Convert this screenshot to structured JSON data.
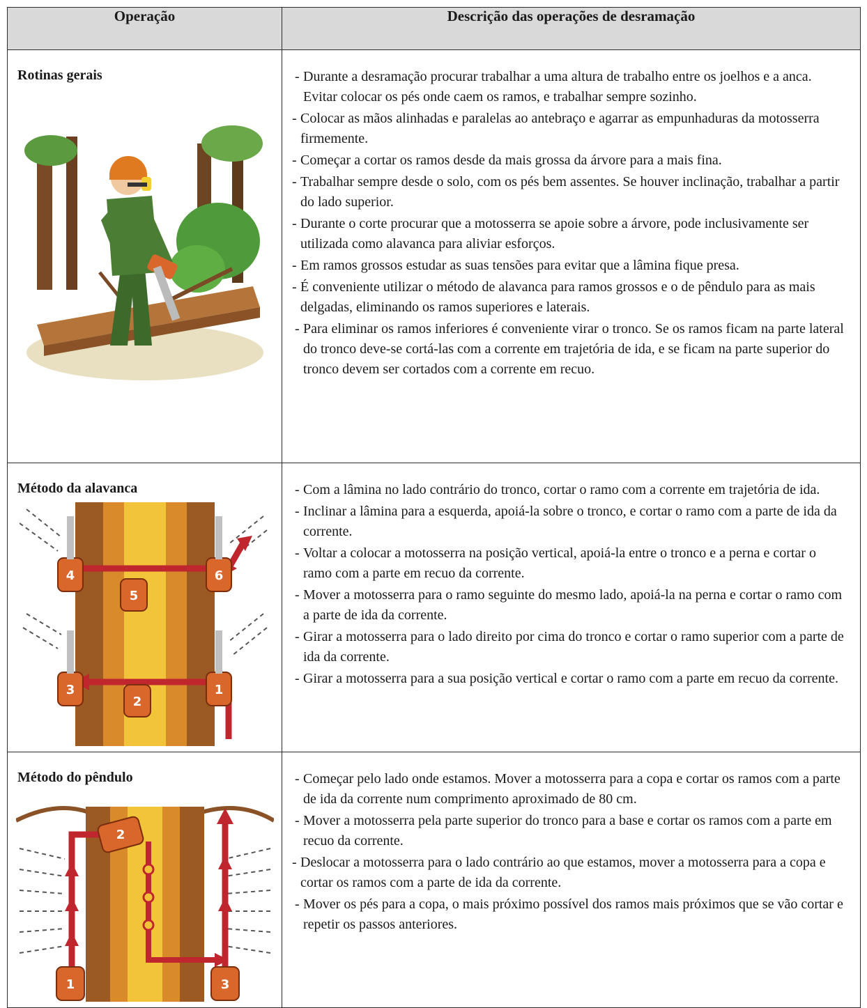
{
  "table": {
    "header": {
      "col_operation": "Operação",
      "col_description": "Descrição das operações de desramação"
    },
    "rows": [
      {
        "operation": "Rotinas gerais",
        "illustration_icon": "worker-chainsaw-delimbing-icon",
        "steps": [
          "Durante a desramação procurar trabalhar a uma altura de trabalho entre os joelhos e a anca. Evitar colocar os pés onde caem os ramos, e trabalhar sempre sozinho.",
          "Colocar as mãos alinhadas e paralelas ao antebraço e agarrar as empunhaduras da motosserra firmemente.",
          "Começar a cortar os ramos desde da mais grossa da árvore para a mais fina.",
          "Trabalhar sempre desde o solo, com os pés bem assentes. Se houver inclinação, trabalhar a partir do lado superior.",
          "Durante o corte procurar que a motosserra se apoie sobre a árvore, pode inclusivamente ser utilizada como alavanca para aliviar esforços.",
          "Em ramos grossos estudar as suas tensões para evitar que a lâmina fique presa.",
          "É conveniente utilizar o método de alavanca para ramos grossos e o de pêndulo para as mais delgadas, eliminando os ramos superiores e laterais.",
          "Para eliminar os ramos inferiores é conveniente virar o tronco. Se os ramos ficam na parte lateral do tronco deve-se cortá-las com a corrente em trajetória de ida, e se ficam na parte superior do tronco devem ser cortados com a corrente em recuo."
        ]
      },
      {
        "operation": "Método da alavanca",
        "illustration_icon": "lever-method-diagram-icon",
        "saw_labels": [
          "1",
          "2",
          "3",
          "4",
          "5",
          "6"
        ],
        "steps": [
          "Com a lâmina no lado contrário do tronco, cortar o ramo com a corrente em trajetória de ida.",
          "Inclinar a lâmina para a esquerda, apoiá-la sobre o tronco, e cortar o ramo com a parte de ida da corrente.",
          "Voltar a colocar a motosserra na posição vertical, apoiá-la entre o tronco e a perna e cortar o ramo com a parte em recuo da corrente.",
          "Mover a motosserra para o ramo seguinte do mesmo lado, apoiá-la na perna e cortar o ramo com a parte de ida da corrente.",
          "Girar a motosserra para o lado direito por cima do tronco e cortar o ramo superior com a parte de ida da corrente.",
          "Girar a motosserra para a sua posição vertical e cortar o ramo com a parte em recuo da corrente."
        ]
      },
      {
        "operation": "Método do pêndulo",
        "illustration_icon": "pendulum-method-diagram-icon",
        "saw_labels": [
          "1",
          "2",
          "3"
        ],
        "steps": [
          "Começar pelo lado onde estamos. Mover a motosserra para a copa e cortar os ramos com a parte de ida da corrente num comprimento aproximado de 80 cm.",
          "Mover a motosserra pela parte superior do tronco para a base e cortar os ramos com a parte em recuo da corrente.",
          "Deslocar a motosserra para o lado contrário ao que estamos, mover a motosserra para a copa e cortar os ramos com a parte de ida da corrente.",
          "Mover os pés para a copa, o mais próximo possível dos ramos mais próximos que se vão cortar e repetir os passos anteriores."
        ]
      }
    ]
  },
  "colors": {
    "header_bg": "#d9d9d9",
    "border": "#2a2a2a",
    "saw_orange": "#d9662a",
    "arrow_red": "#c0262e",
    "trunk_brown": "#9b5a24",
    "trunk_yellow": "#f2c43a",
    "foliage_green": "#4f9a3a"
  }
}
